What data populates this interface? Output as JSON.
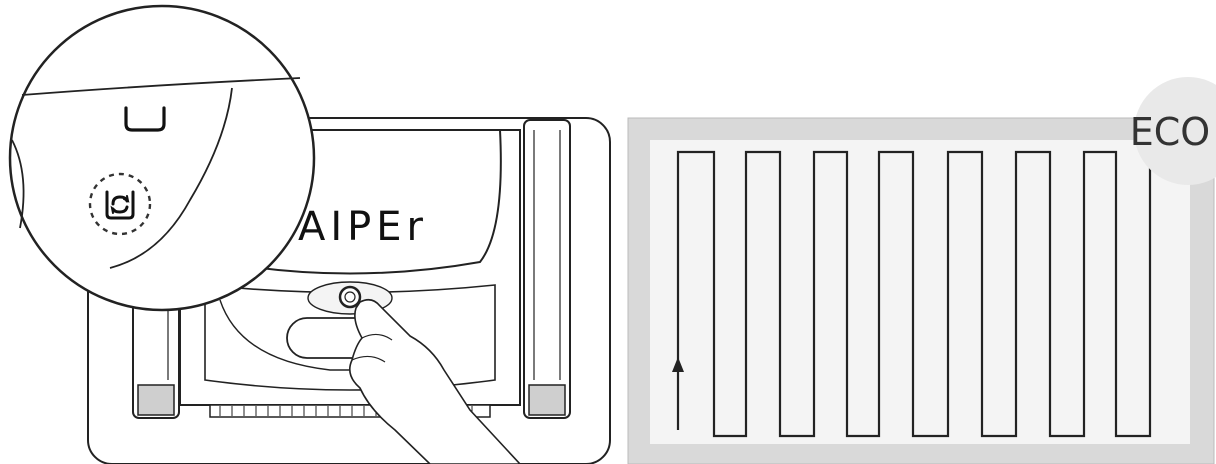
{
  "left_illustration": {
    "brand": "AIPEr",
    "zoom_inset": {
      "icons": [
        "basket-icon",
        "cycle-mode-icon"
      ]
    },
    "action": "press-button"
  },
  "right_illustration": {
    "mode_badge": "ECO",
    "path_pattern": "zigzag",
    "colors": {
      "pool_border": "#d7d7d7",
      "pool_floor": "#f3f3f3",
      "path_line": "#222222",
      "badge_circle": "#e9e9e9"
    }
  }
}
